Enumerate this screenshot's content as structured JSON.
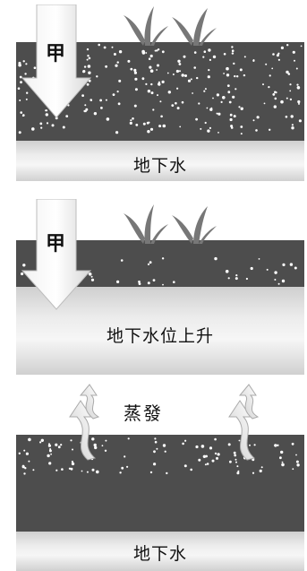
{
  "panels": [
    {
      "arrow_label": "甲",
      "water_label": "地下水"
    },
    {
      "arrow_label": "甲",
      "water_label": "地下水位上升"
    },
    {
      "process_label": "蒸發",
      "water_label": "地下水"
    }
  ],
  "icons": [
    "grass-icon",
    "down-arrow-icon",
    "evaporation-arrow-icon"
  ],
  "colors": {
    "soil": "#4d4d4d",
    "particles": "#ffffff",
    "groundwater": "#e6e6e6"
  }
}
